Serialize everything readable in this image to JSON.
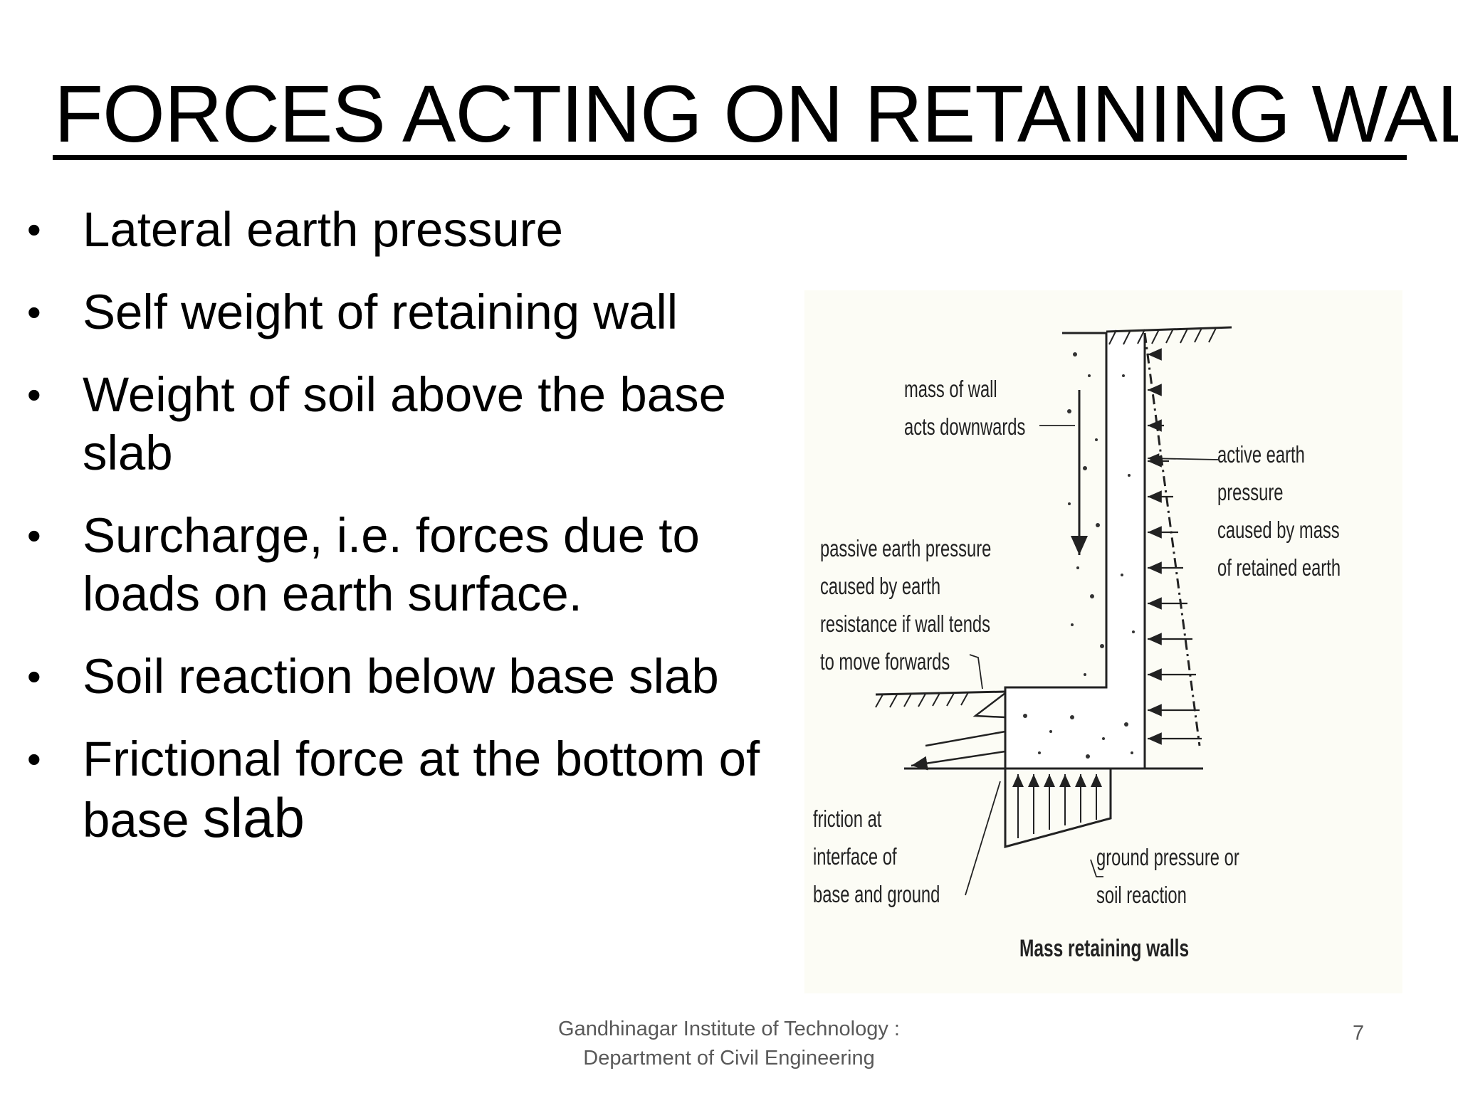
{
  "slide": {
    "title": "FORCES ACTING ON RETAINING WALL",
    "bullets": [
      {
        "text": "Lateral earth pressure"
      },
      {
        "text": "Self weight of retaining wall"
      },
      {
        "text": "Weight of soil above the base slab"
      },
      {
        "text": "Surcharge, i.e. forces due to loads on earth surface."
      },
      {
        "text": "Soil reaction below base slab"
      },
      {
        "text": "Frictional force at the bottom of base ",
        "tail": "slab"
      }
    ],
    "bullet_glyph": "•"
  },
  "figure": {
    "labels": {
      "mass": "mass of wall\nacts downwards",
      "active": "active earth pressure\ncaused by mass\nof retained earth",
      "passive": "passive earth pressure\ncaused by earth\nresistance if wall tends\nto move forwards",
      "friction": "friction at\ninterface of\nbase and ground",
      "ground": "ground pressure or\nsoil reaction"
    },
    "caption": "Mass retaining walls"
  },
  "footer": {
    "institution": "Gandhinagar Institute of Technology :",
    "department": "Department of Civil Engineering",
    "page_number": "7"
  }
}
